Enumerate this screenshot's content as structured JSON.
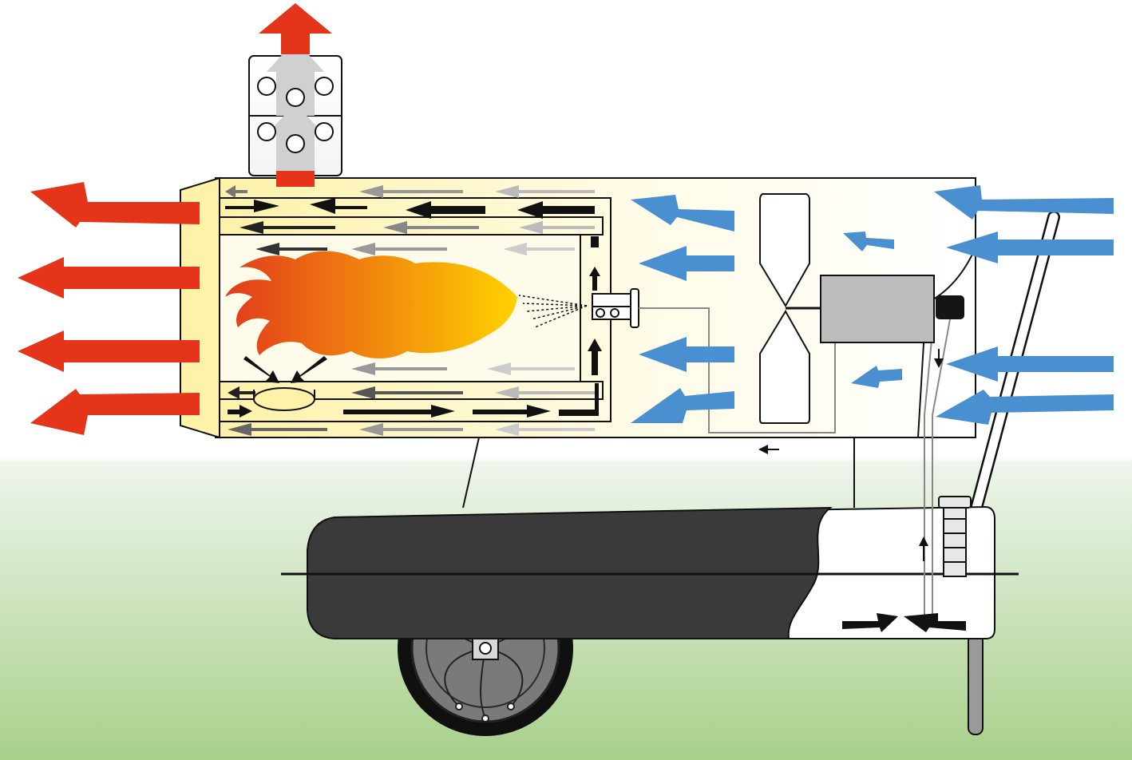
{
  "diagram": {
    "kind": "indirect oil-fired space heater, cross-section airflow schematic",
    "text_labels": [],
    "components": [
      "exhaust-chimney",
      "combustion-chamber",
      "flame",
      "burner-nozzle",
      "fan",
      "fan-motor",
      "fuel-tank",
      "fuel-filter",
      "fuel-lines",
      "wheel",
      "handle",
      "support-leg"
    ],
    "flows": {
      "hot_air_out": {
        "count": 4,
        "direction": "left"
      },
      "cold_air_in": {
        "count": 4,
        "direction": "left"
      },
      "exhaust_out": {
        "count": 1,
        "direction": "up"
      }
    },
    "colors": {
      "hot_air": "#e4341a",
      "cold_air": "#4a90d0",
      "chamber_fill": "#fdf2a8",
      "tank_fuel": "#3a3a3a",
      "outline": "#1a1a1a",
      "sky": "#ffffff",
      "ground": "#a8d08a",
      "flame_start": "#e23a1c",
      "flame_end": "#ffd200"
    }
  }
}
